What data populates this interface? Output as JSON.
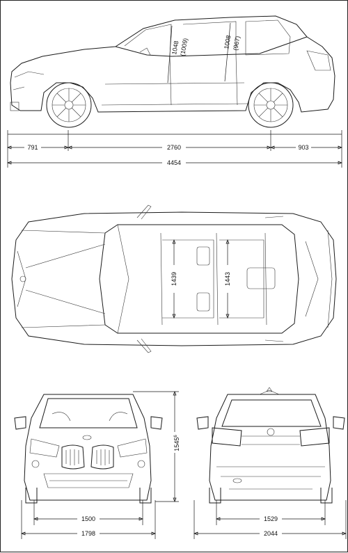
{
  "side_view": {
    "front_overhang": "791",
    "wheelbase": "2760",
    "rear_overhang": "903",
    "overall_length": "4454",
    "headroom_front": "1048",
    "headroom_front_alt": "(1009)",
    "headroom_rear": "1008",
    "headroom_rear_alt": "(967)"
  },
  "top_view": {
    "shoulder_room_front": "1439",
    "shoulder_room_rear": "1443"
  },
  "front_view": {
    "track_front": "1500",
    "overall_width": "1798",
    "overall_height": "1545",
    "height_footnote": "6"
  },
  "rear_view": {
    "track_rear": "1529",
    "width_with_mirrors": "2044"
  }
}
